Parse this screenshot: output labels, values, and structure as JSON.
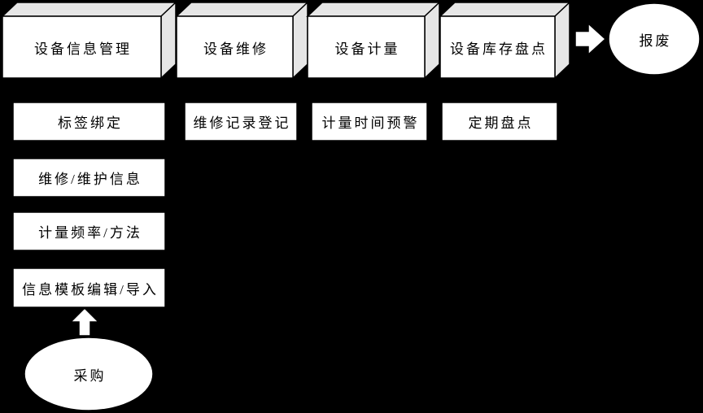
{
  "colors": {
    "background": "#000000",
    "shape_fill": "#ffffff",
    "cube_depth_fill": "#e6e6e6",
    "outline": "#000000",
    "text": "#000000"
  },
  "cubes": [
    {
      "label": "设备信息管理"
    },
    {
      "label": "设备维修"
    },
    {
      "label": "设备计量"
    },
    {
      "label": "设备库存盘点"
    }
  ],
  "sub_boxes": [
    {
      "label": "标签绑定"
    },
    {
      "label": "维修记录登记"
    },
    {
      "label": "计量时间预警"
    },
    {
      "label": "定期盘点"
    }
  ],
  "detail_boxes": [
    {
      "label": "维修/维护信息"
    },
    {
      "label": "计量频率/方法"
    },
    {
      "label": "信息模板编辑/导入"
    }
  ],
  "ellipses": [
    {
      "label": "报废"
    },
    {
      "label": "采购"
    }
  ]
}
